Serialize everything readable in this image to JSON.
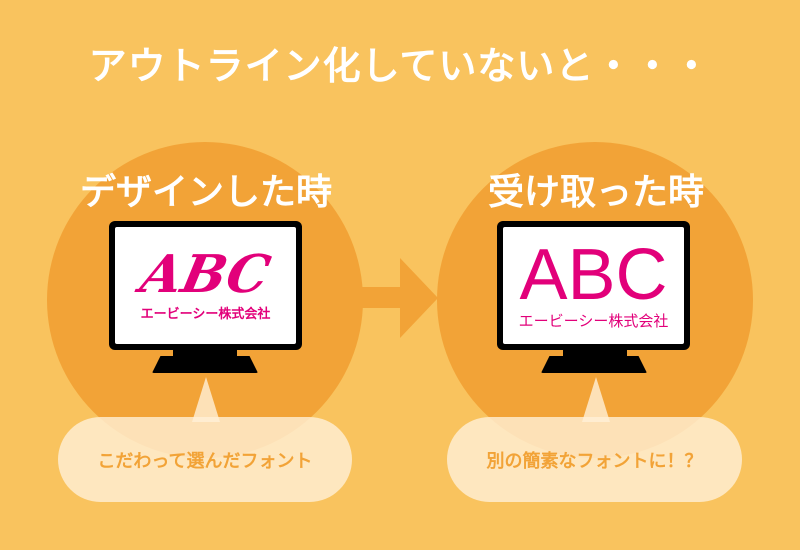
{
  "title": "アウトライン化していないと・・・",
  "left": {
    "heading": "デザインした時",
    "logo": "ABC",
    "company": "エービーシー株式会社",
    "caption": "こだわって選んだフォント"
  },
  "right": {
    "heading": "受け取った時",
    "logo": "ABC",
    "company": "エービーシー株式会社",
    "caption": "別の簡素なフォントに！？"
  },
  "colors": {
    "background": "#F9C35E",
    "circle": "#F2A337",
    "logo": "#E2007A"
  }
}
